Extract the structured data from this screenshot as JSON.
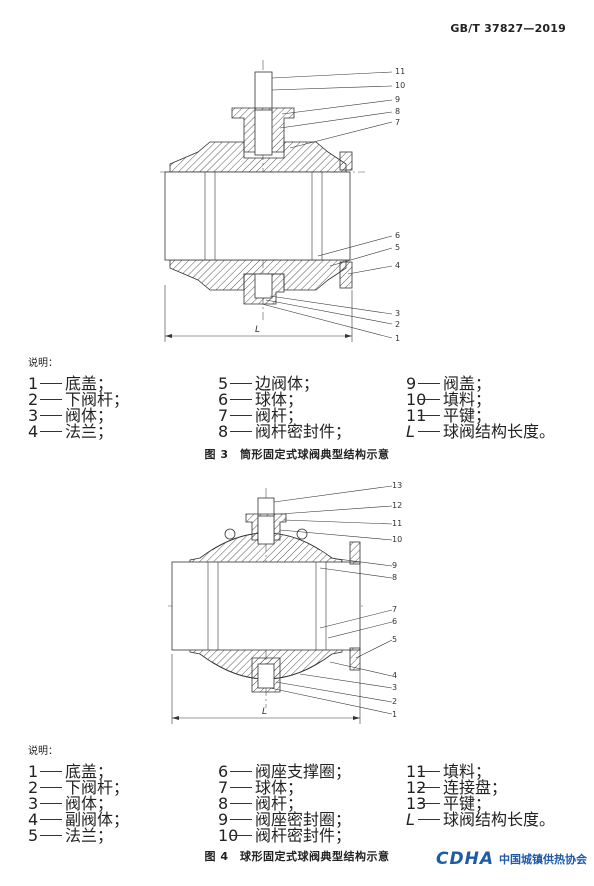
{
  "header": {
    "doc_code": "GB/T 37827—2019"
  },
  "figure3": {
    "callouts": [
      "11",
      "10",
      "9",
      "8",
      "7",
      "6",
      "5",
      "4",
      "3",
      "2",
      "1"
    ],
    "dimension_label": "L",
    "legend_title": "说明：",
    "legend": [
      {
        "num": "1",
        "text": "底盖；"
      },
      {
        "num": "2",
        "text": "下阀杆；"
      },
      {
        "num": "3",
        "text": "阀体；"
      },
      {
        "num": "4",
        "text": "法兰；"
      },
      {
        "num": "5",
        "text": "边阀体；"
      },
      {
        "num": "6",
        "text": "球体；"
      },
      {
        "num": "7",
        "text": "阀杆；"
      },
      {
        "num": "8",
        "text": "阀杆密封件；"
      },
      {
        "num": "9",
        "text": "阀盖；"
      },
      {
        "num": "10",
        "text": "填料；"
      },
      {
        "num": "11",
        "text": "平键；"
      },
      {
        "num": "L",
        "text": "球阀结构长度。"
      }
    ],
    "caption": "图 3　筒形固定式球阀典型结构示意"
  },
  "figure4": {
    "callouts": [
      "13",
      "12",
      "11",
      "10",
      "9",
      "8",
      "7",
      "6",
      "5",
      "4",
      "3",
      "2",
      "1"
    ],
    "dimension_label": "L",
    "legend_title": "说明：",
    "legend": [
      {
        "num": "1",
        "text": "底盖；"
      },
      {
        "num": "2",
        "text": "下阀杆；"
      },
      {
        "num": "3",
        "text": "阀体；"
      },
      {
        "num": "4",
        "text": "副阀体；"
      },
      {
        "num": "5",
        "text": "法兰；"
      },
      {
        "num": "6",
        "text": "阀座支撑圈；"
      },
      {
        "num": "7",
        "text": "球体；"
      },
      {
        "num": "8",
        "text": "阀杆；"
      },
      {
        "num": "9",
        "text": "阀座密封圈；"
      },
      {
        "num": "10",
        "text": "阀杆密封件；"
      },
      {
        "num": "11",
        "text": "填料；"
      },
      {
        "num": "12",
        "text": "连接盘；"
      },
      {
        "num": "13",
        "text": "平键；"
      },
      {
        "num": "L",
        "text": "球阀结构长度。"
      }
    ],
    "caption": "图 4　球形固定式球阀典型结构示意"
  },
  "footer": {
    "logo_mark": "CDHA",
    "logo_text": "中国城镇供热协会"
  }
}
